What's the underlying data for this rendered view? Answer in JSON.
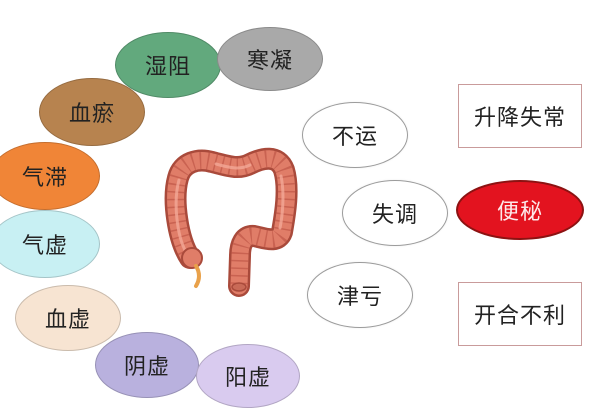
{
  "causes": [
    {
      "label": "湿阻",
      "color": "#62a97d"
    },
    {
      "label": "寒凝",
      "color": "#a9a9a9"
    },
    {
      "label": "血瘀",
      "color": "#b7834f"
    },
    {
      "label": "气滞",
      "color": "#f08537"
    },
    {
      "label": "气虚",
      "color": "#c8f0f3"
    },
    {
      "label": "血虚",
      "color": "#f7e4d2"
    },
    {
      "label": "阴虚",
      "color": "#b9b1de"
    },
    {
      "label": "阳虚",
      "color": "#d9cbef"
    }
  ],
  "mechanisms": [
    {
      "label": "不运"
    },
    {
      "label": "失调"
    },
    {
      "label": "津亏"
    }
  ],
  "outcomes": [
    {
      "label": "升降失常"
    },
    {
      "label": "开合不利"
    }
  ],
  "result": {
    "label": "便秘",
    "color": "#e3131f"
  },
  "illustration": {
    "icon": "large-intestine-icon",
    "color": "#e07d68"
  }
}
